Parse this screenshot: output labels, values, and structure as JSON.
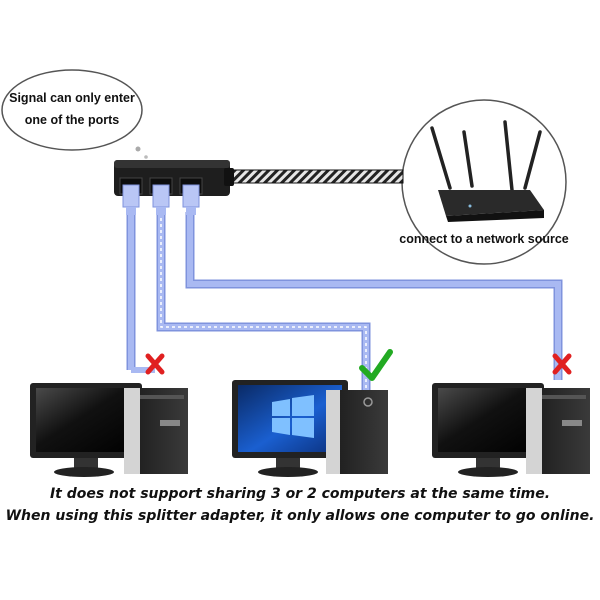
{
  "callout": {
    "line1": "Signal can only enter",
    "line2": "one of the ports"
  },
  "router_label": "connect to a network source",
  "caption": {
    "line1": "It does not support sharing 3 or 2 computers at the same time.",
    "line2": "When using this splitter adapter, it only allows one computer to go online."
  },
  "computers": [
    {
      "screen": "off",
      "status": "blocked"
    },
    {
      "screen": "windows",
      "status": "connected"
    },
    {
      "screen": "off",
      "status": "blocked"
    }
  ],
  "colors": {
    "cable_blue": "#a9b9f2",
    "cable_blue_edge": "#7f93dd",
    "blocked": "#e02020",
    "connected": "#22aa22",
    "caption_text": "#111111",
    "windows_blue": "#1a5fd0"
  },
  "icons": {
    "blocked": "red-x-icon",
    "connected": "green-check-icon"
  }
}
